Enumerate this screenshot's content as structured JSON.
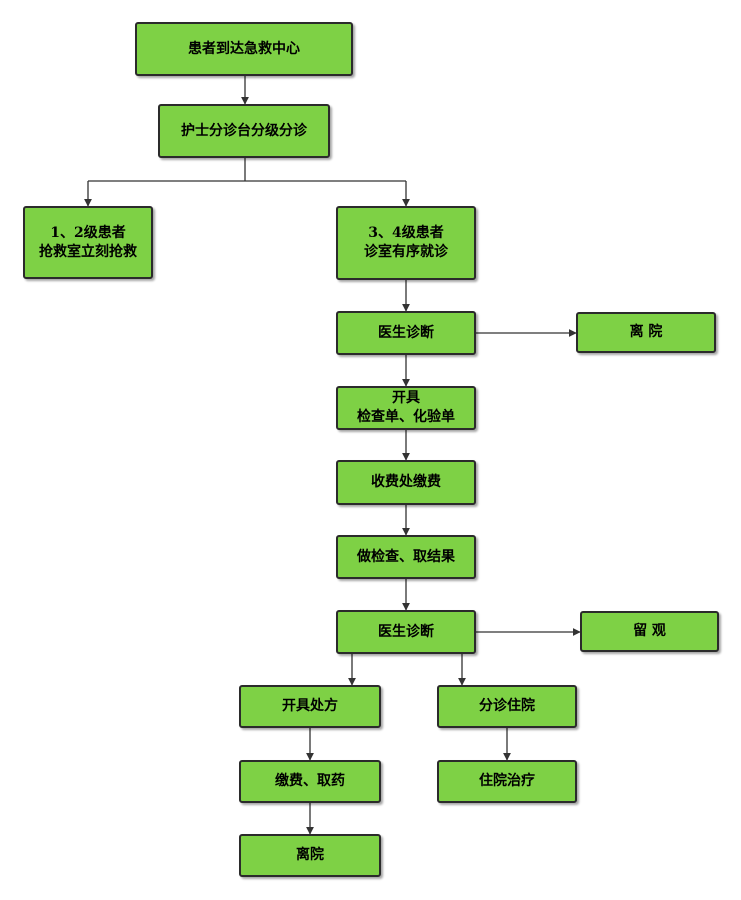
{
  "nodes": {
    "arrive": {
      "lines": [
        "患者到达急救中心"
      ]
    },
    "triage": {
      "lines": [
        "护士分诊台分级分诊"
      ]
    },
    "level12": {
      "lines": [
        "1、2级患者",
        "抢救室立刻抢救"
      ]
    },
    "level34": {
      "lines": [
        "3、4级患者",
        "诊室有序就诊"
      ]
    },
    "diag1": {
      "lines": [
        "医生诊断"
      ]
    },
    "leave1": {
      "lines": [
        "离 院"
      ]
    },
    "order_tests": {
      "lines": [
        "开具",
        "检查单、化验单"
      ]
    },
    "pay1": {
      "lines": [
        "收费处缴费"
      ]
    },
    "tests": {
      "lines": [
        "做检查、取结果"
      ]
    },
    "diag2": {
      "lines": [
        "医生诊断"
      ]
    },
    "observe": {
      "lines": [
        "留 观"
      ]
    },
    "prescribe": {
      "lines": [
        "开具处方"
      ]
    },
    "admit": {
      "lines": [
        "分诊住院"
      ]
    },
    "pay_medicine": {
      "lines": [
        "缴费、取药"
      ]
    },
    "inpatient": {
      "lines": [
        "住院治疗"
      ]
    },
    "leave2": {
      "lines": [
        "离院"
      ]
    }
  },
  "colors": {
    "node_fill": "#7ed145",
    "node_border": "#2b2b2b",
    "edge": "#333333"
  }
}
